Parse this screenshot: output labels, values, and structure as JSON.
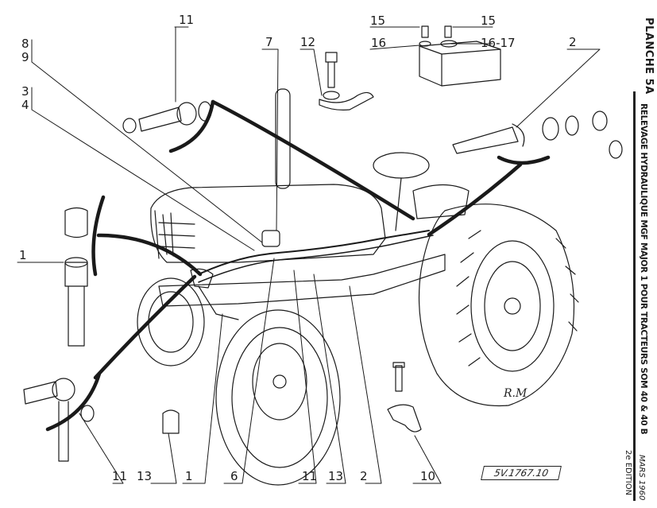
{
  "header": {
    "plate": "PLANCHE 5A",
    "title": "RELEVAGE HYDRAULIQUE MGF MAJOR 1 POUR TRACTEURS SOM 40 & 40 B",
    "date": "MARS 1960",
    "edition": "2e EDITION"
  },
  "reference_code": "5V.1767.10",
  "signature": "R.M",
  "callouts": {
    "c11_top": "11",
    "c8": "8",
    "c9": "9",
    "c3": "3",
    "c4": "4",
    "c7": "7",
    "c12": "12",
    "c15_left": "15",
    "c15_right": "15",
    "c16": "16",
    "c16_17": "16-17",
    "c2_top": "2",
    "c1_left": "1",
    "c11_bl": "11",
    "c13_bl": "13",
    "c1_bottom": "1",
    "c6": "6",
    "c11_bottom": "11",
    "c13_bottom": "13",
    "c2_bottom": "2",
    "c10": "10"
  },
  "colors": {
    "ink": "#1a1a1a",
    "paper": "#ffffff"
  }
}
